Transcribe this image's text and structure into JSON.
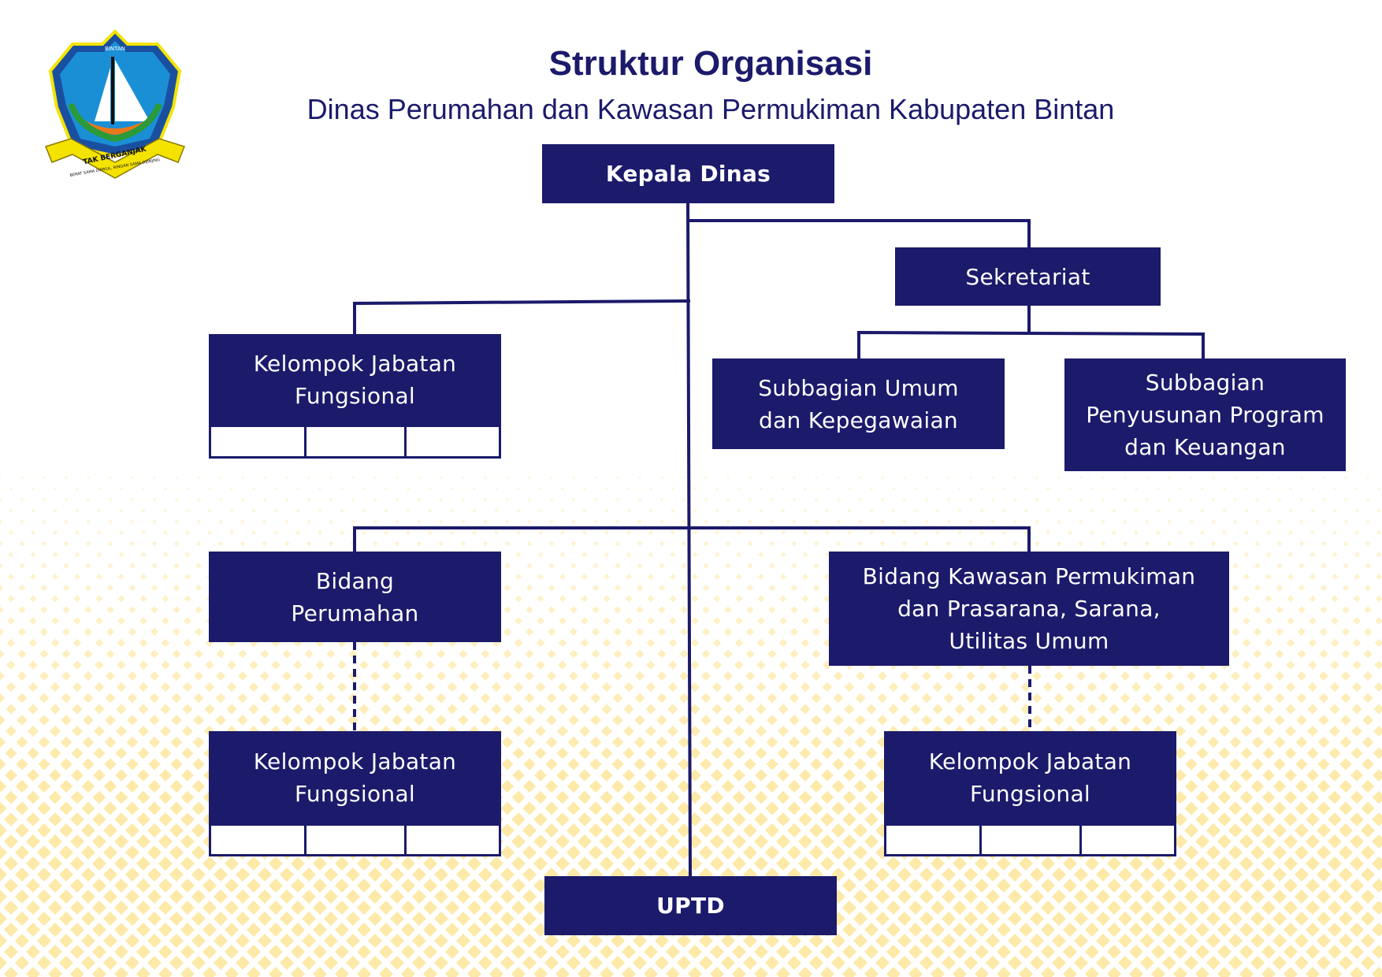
{
  "header": {
    "title": "Struktur Organisasi",
    "subtitle": "Dinas Perumahan dan Kawasan Permukiman Kabupaten Bintan"
  },
  "logo": {
    "top_text": "BINTAN",
    "ribbon_text": "TAK BERGANJAK",
    "motto_text": "BERAT SAMA DIPIKUL, RINGAN SAMA DIJINJING"
  },
  "org": {
    "kepala": "Kepala Dinas",
    "sekretariat": "Sekretariat",
    "subbag_umum": "Subbagian Umum\ndan Kepegawaian",
    "subbag_program": "Subbagian\nPenyusunan Program\ndan Keuangan",
    "kjf_top": "Kelompok Jabatan\nFungsional",
    "bidang_perumahan": "Bidang\nPerumahan",
    "bidang_kawasan": "Bidang Kawasan Permukiman\ndan Prasarana, Sarana,\nUtilitas Umum",
    "kjf_left": "Kelompok Jabatan\nFungsional",
    "kjf_right": "Kelompok Jabatan\nFungsional",
    "uptd": "UPTD"
  },
  "colors": {
    "box": "#1b1a6b",
    "dots": "#fde9a8",
    "logo_shield": "#1a8fd6",
    "logo_ribbon": "#f4e300"
  }
}
